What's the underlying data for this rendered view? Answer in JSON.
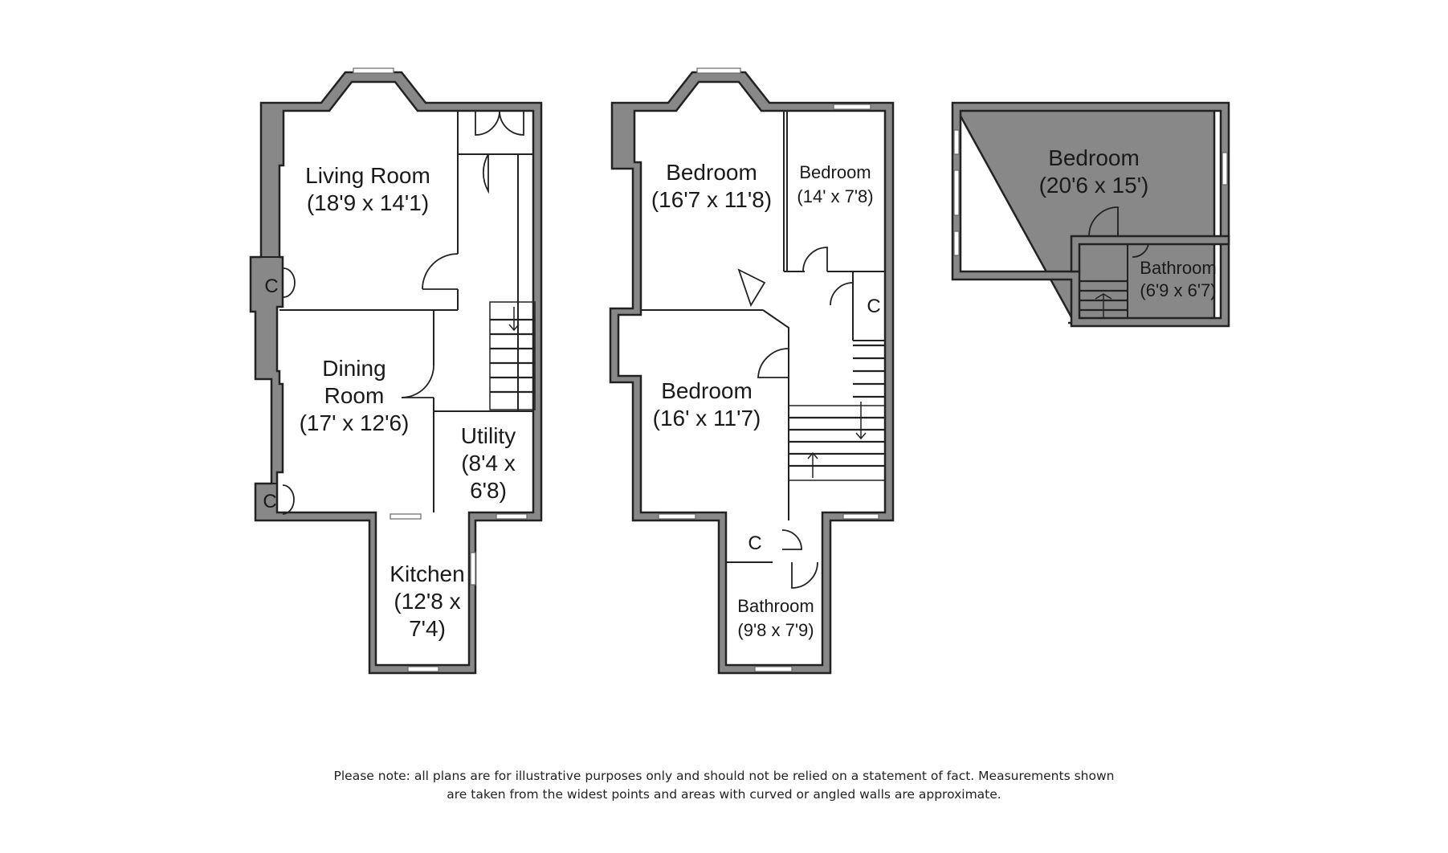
{
  "rooms": {
    "ground": {
      "living_room": {
        "name": "Living Room",
        "size": "(18'9 x 14'1)"
      },
      "dining_room": {
        "name1": "Dining",
        "name2": "Room",
        "size": "(17' x 12'6)"
      },
      "utility": {
        "name": "Utility",
        "size1": "(8'4 x",
        "size2": "6'8)"
      },
      "kitchen": {
        "name": "Kitchen",
        "size1": "(12'8 x",
        "size2": "7'4)"
      },
      "cupboard_1": "C",
      "cupboard_2": "C"
    },
    "first": {
      "bedroom_front": {
        "name": "Bedroom",
        "size": "(16'7 x 11'8)"
      },
      "bedroom_small": {
        "name": "Bedroom",
        "size": "(14' x 7'8)"
      },
      "bedroom_rear": {
        "name": "Bedroom",
        "size": "(16' x 11'7)"
      },
      "bathroom": {
        "name": "Bathroom",
        "size": "(9'8 x 7'9)"
      },
      "cupboard_1": "C",
      "cupboard_2": "C"
    },
    "second": {
      "bedroom": {
        "name": "Bedroom",
        "size": "(20'6 x 15')"
      },
      "bathroom": {
        "name": "Bathroom",
        "size": "(6'9 x 6'7)"
      }
    }
  },
  "disclaimer": {
    "line1": "Please note: all plans are for illustrative purposes only and should not be relied on a statement of fact. Measurements shown",
    "line2": "are taken from the widest points and areas with curved or angled walls are approximate."
  }
}
